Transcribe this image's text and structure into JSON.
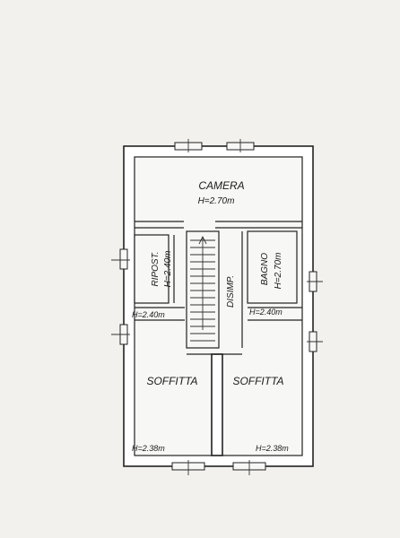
{
  "rooms": {
    "camera": {
      "name": "CAMERA",
      "height": "H=2.70m"
    },
    "ripost": {
      "name": "RIPOST.",
      "height": "H=2.40m"
    },
    "disimp": {
      "name": "DISIMP."
    },
    "bagno": {
      "name": "BAGNO",
      "height": "H=2.70m"
    },
    "soffitta_left": {
      "name": "SOFFITTA",
      "height_top": "H=2.40m",
      "height_bottom": "H=2.38m"
    },
    "soffitta_right": {
      "name": "SOFFITTA",
      "height_top": "H=2.40m",
      "height_bottom": "H=2.38m"
    }
  }
}
